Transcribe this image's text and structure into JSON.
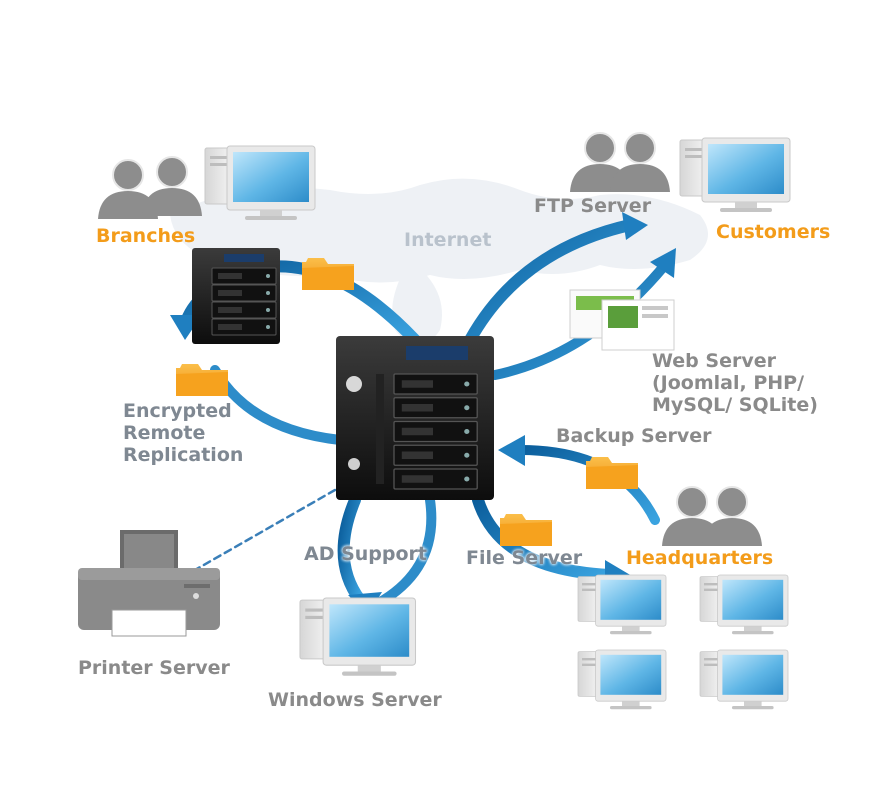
{
  "labels": {
    "branches": "Branches",
    "internet": "Internet",
    "ftp_server": "FTP Server",
    "customers": "Customers",
    "web_server": "Web Server\n(Joomlal, PHP/\nMySQL/ SQLite)",
    "encrypted_replication": "Encrypted\nRemote\nReplication",
    "backup_server": "Backup Server",
    "headquarters": "Headquarters",
    "ad_support": "AD Support",
    "file_server": "File Server",
    "printer_server": "Printer Server",
    "windows_server": "Windows Server"
  },
  "colors": {
    "accent_orange": "#f39c1a",
    "label_grey": "#8a8a8a",
    "arrow_blue": "#1f7fc0",
    "folder_orange": "#f6a21e",
    "monitor_screen": "#5fb6e6",
    "nas_body": "#1a1a1a"
  },
  "icons": [
    "people-icon",
    "computer-icon",
    "nas-icon",
    "folder-icon",
    "printer-icon",
    "webpage-icon",
    "world-map-icon"
  ]
}
